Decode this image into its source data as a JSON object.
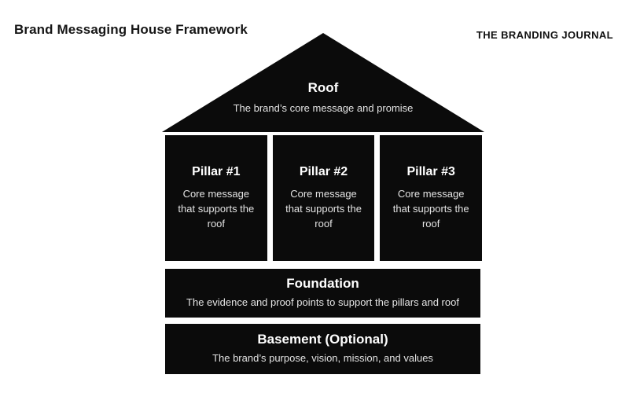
{
  "page": {
    "title": "Brand Messaging House Framework",
    "logo_text": "THE BRANDING JOURNAL"
  },
  "house": {
    "roof": {
      "heading": "Roof",
      "subheading": "The brand’s core message and promise"
    },
    "pillars": [
      {
        "heading": "Pillar #1",
        "subheading": "Core message that supports the roof"
      },
      {
        "heading": "Pillar #2",
        "subheading": "Core message that supports the roof"
      },
      {
        "heading": "Pillar #3",
        "subheading": "Core message that supports the roof"
      }
    ],
    "foundation": {
      "heading": "Foundation",
      "subheading": "The evidence and proof points to support the pillars and roof"
    },
    "basement": {
      "heading": "Basement (Optional)",
      "subheading": "The brand’s purpose, vision, mission, and values"
    }
  },
  "colors": {
    "background": "#ffffff",
    "block_fill": "#0b0b0b",
    "heading_text": "#ffffff",
    "subheading_text": "#e3e3e3",
    "title_text": "#161616"
  }
}
